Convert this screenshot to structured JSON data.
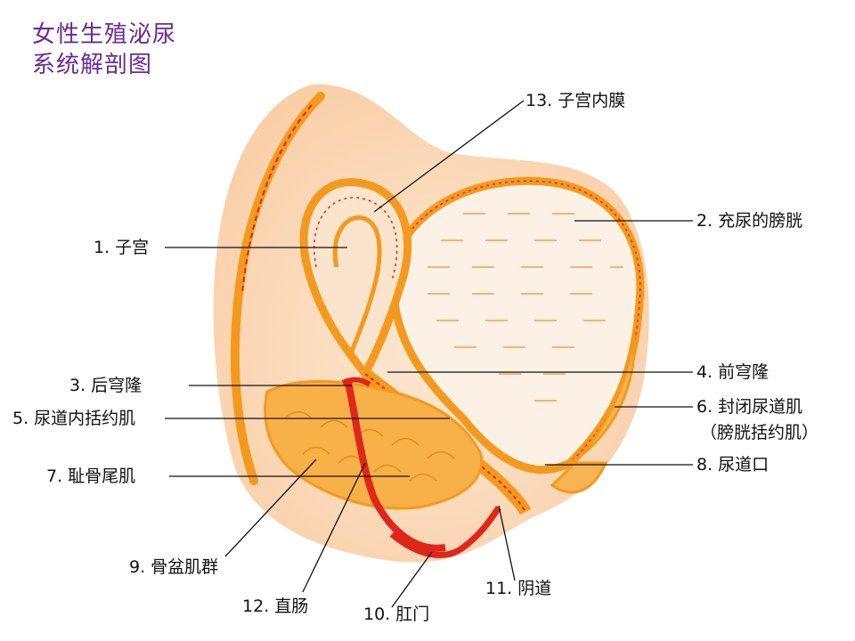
{
  "title": {
    "line1": "女性生殖泌尿",
    "line2": "系统解剖图"
  },
  "labels": {
    "l1": "1. 子宫",
    "l2": "2. 充尿的膀胱",
    "l3": "3. 后穹隆",
    "l4": "4. 前穹隆",
    "l5": "5. 尿道内括约肌",
    "l6a": "6. 封闭尿道肌",
    "l6b": "（膀胱括约肌）",
    "l7": "7. 耻骨尾肌",
    "l8": "8. 尿道口",
    "l9": "9. 骨盆肌群",
    "l10": "10. 肛门",
    "l11": "11. 阴道",
    "l12": "12. 直肠",
    "l13": "13. 子宫内膜"
  },
  "colors": {
    "title": "#6a2a9a",
    "body_fill": "#fbdcc0",
    "orange": "#f39a1e",
    "red": "#e0261b",
    "bladder_fill": "#fdf1e6"
  }
}
